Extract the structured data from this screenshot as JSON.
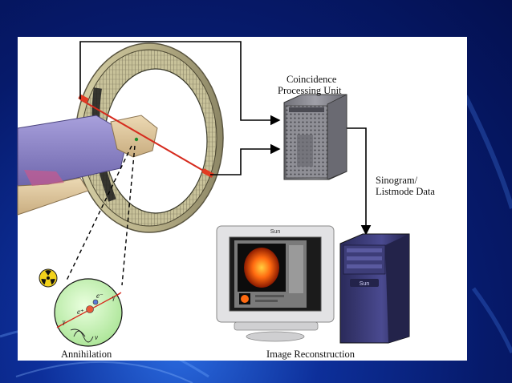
{
  "diagram": {
    "labels": {
      "coincidence_line1": "Coincidence",
      "coincidence_line2": "Processing Unit",
      "sinogram_line1": "Sinogram/",
      "sinogram_line2": "Listmode Data",
      "annihilation": "Annihilation",
      "reconstruction": "Image Reconstruction"
    },
    "annihilation_symbols": {
      "electron": "e⁻",
      "positron": "e⁺",
      "neutrino": "ν",
      "gamma_left": "γ",
      "gamma_right": "γ"
    },
    "monitor_brand": "Sun",
    "workstation_brand": "Sun"
  },
  "colors": {
    "slide_background": "#0d2f9a",
    "panel": "#ffffff",
    "scanner_ring": "#b9b38c",
    "patient_body": "#8f86c8",
    "coincidence_line": "#d62b1e",
    "cpu_chassis": "#8a8a90",
    "workstation": "#3a3a78",
    "annihilation_circle": "#c8f0b0",
    "radiation_symbol": "#f2d21b"
  }
}
